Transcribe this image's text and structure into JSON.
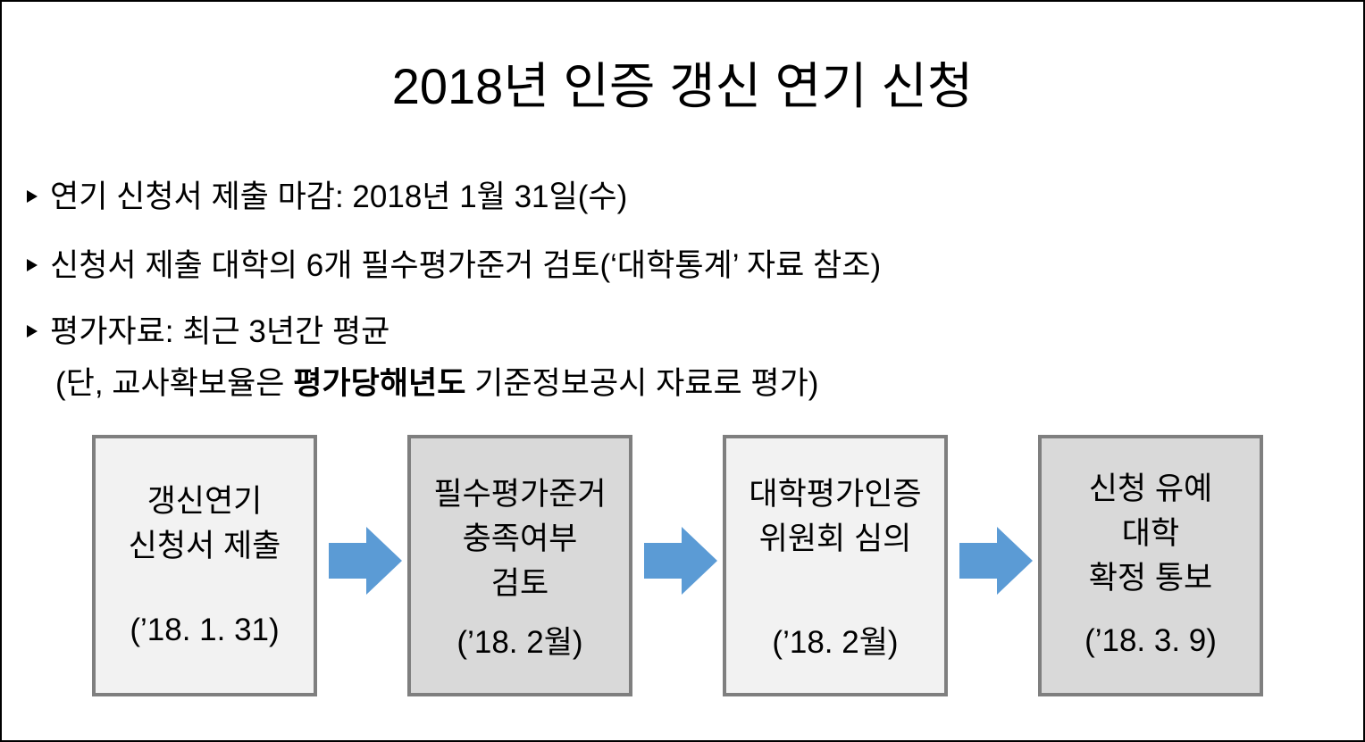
{
  "title": "2018년 인증 갱신 연기 신청",
  "bullets": [
    "연기 신청서 제출 마감: 2018년 1월 31일(수)",
    "신청서 제출 대학의 6개 필수평가준거 검토(‘대학통계’ 자료 참조)",
    "평가자료: 최근 3년간 평균"
  ],
  "note": {
    "prefix": "(단, 교사확보율은 ",
    "bold": "평가당해년도",
    "suffix": " 기준정보공시 자료로 평가)"
  },
  "steps": [
    {
      "lines": [
        "갱신연기",
        "신청서 제출"
      ],
      "date": "(’18. 1. 31)"
    },
    {
      "lines": [
        "필수평가준거",
        "충족여부",
        "검토"
      ],
      "date": "(’18. 2월)"
    },
    {
      "lines": [
        "대학평가인증",
        "위원회 심의"
      ],
      "date": "(’18. 2월)"
    },
    {
      "lines": [
        "신청 유예",
        "대학",
        "확정 통보"
      ],
      "date": "(’18. 3. 9)"
    }
  ],
  "colors": {
    "arrow": "#5b9bd5",
    "box_light": "#f2f2f2",
    "box_dark": "#d9d9d9",
    "border": "#7f7f7f"
  }
}
